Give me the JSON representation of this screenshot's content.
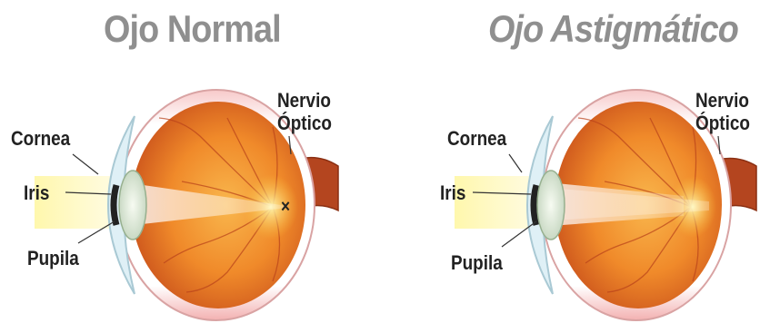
{
  "left": {
    "title": "Ojo Normal",
    "labels": {
      "cornea": "Cornea",
      "iris": "Iris",
      "pupila": "Pupila",
      "nervio_line1": "Nervio",
      "nervio_line2": "Óptico"
    },
    "focus_mark": "×"
  },
  "right": {
    "title": "Ojo Astigmático",
    "labels": {
      "cornea": "Cornea",
      "iris": "Iris",
      "pupila": "Pupila",
      "nervio_line1": "Nervio",
      "nervio_line2": "Óptico"
    }
  }
}
